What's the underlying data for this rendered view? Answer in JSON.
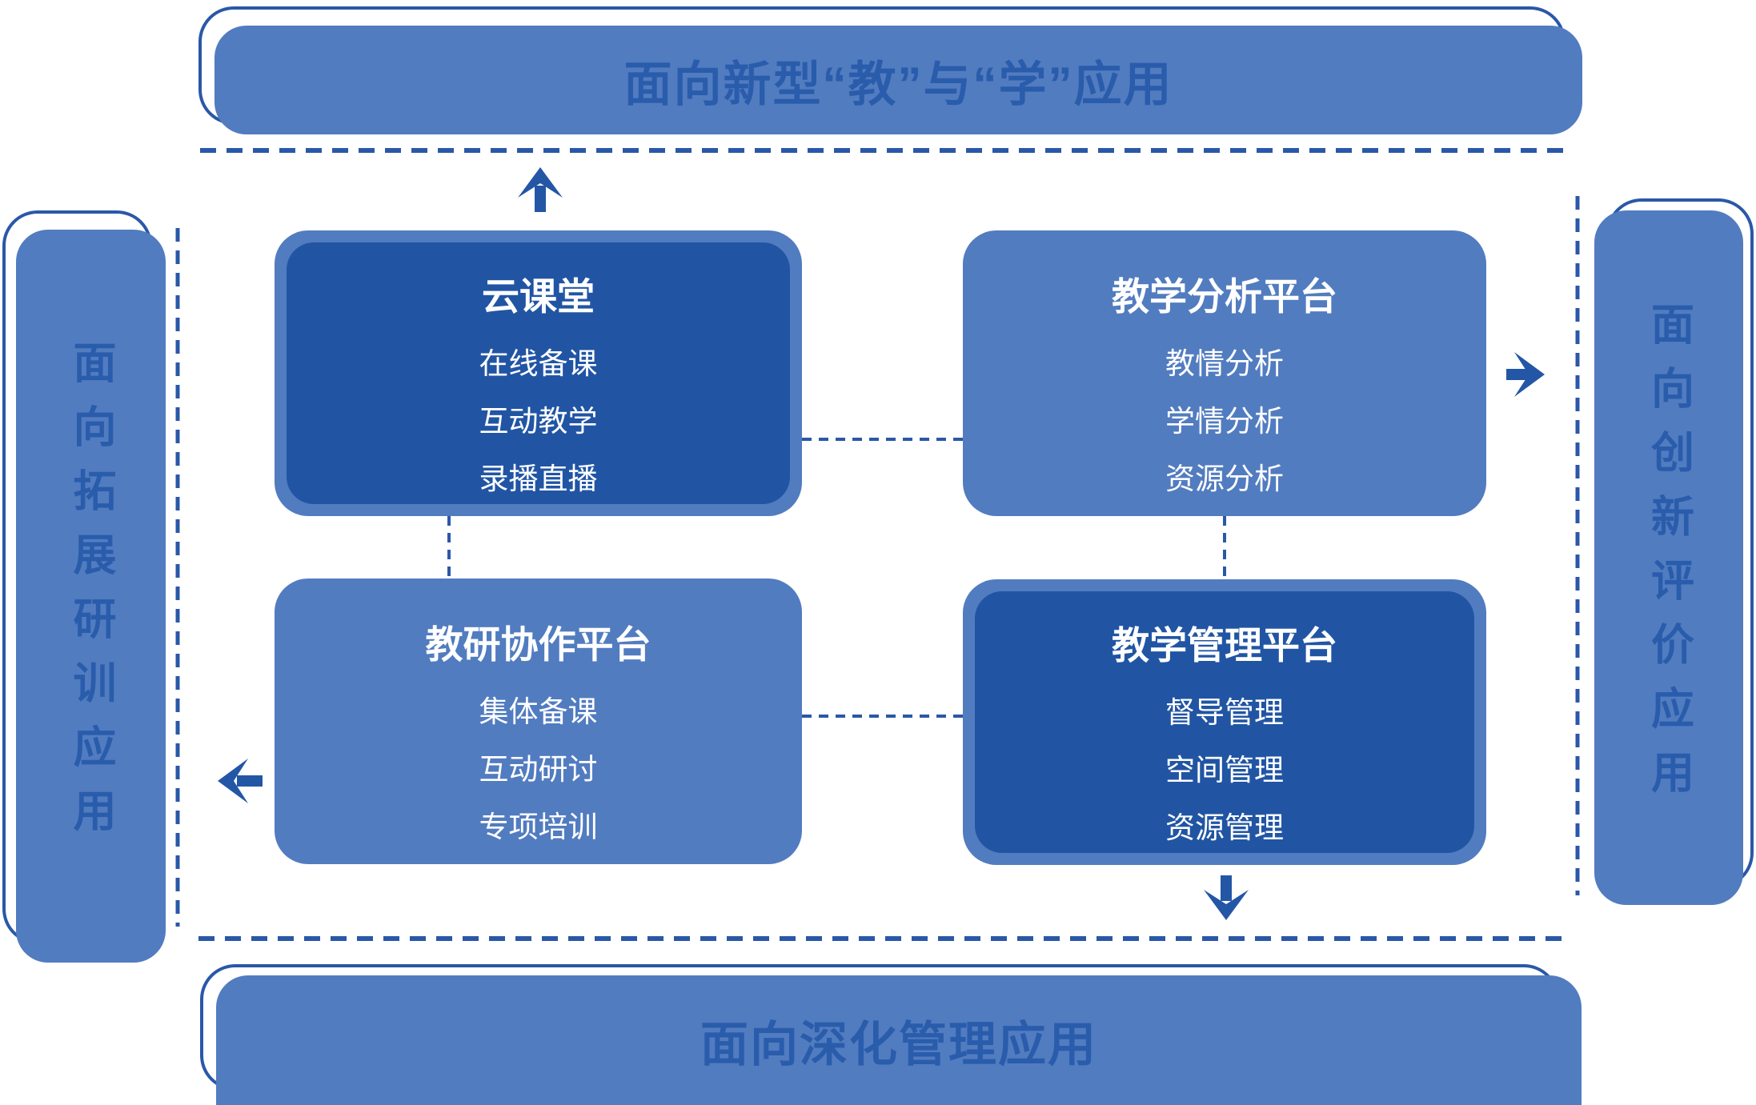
{
  "diagram": {
    "top_banner": {
      "label": "面向新型“教”与“学”应用"
    },
    "bottom_banner": {
      "label": "面向深化管理应用"
    },
    "left_banner": {
      "label": "面向拓展研训应用"
    },
    "right_banner": {
      "label": "面向创新评价应用"
    },
    "boxes": [
      {
        "title": "云课堂",
        "variant": "dark",
        "items": [
          "在线备课",
          "互动教学",
          "录播直播"
        ]
      },
      {
        "title": "教学分析平台",
        "variant": "light",
        "items": [
          "教情分析",
          "学情分析",
          "资源分析"
        ]
      },
      {
        "title": "教研协作平台",
        "variant": "light",
        "items": [
          "集体备课",
          "互动研讨",
          "专项培训"
        ]
      },
      {
        "title": "教学管理平台",
        "variant": "dark",
        "items": [
          "督导管理",
          "空间管理",
          "资源管理"
        ]
      }
    ],
    "icons": {
      "up": "up-arrow-icon",
      "right": "right-arrow-icon",
      "left": "left-arrow-icon",
      "down": "down-arrow-icon"
    },
    "colors": {
      "light_blue": "#527CC0",
      "dark_blue": "#2155A4",
      "stroke_blue": "#2A58A8",
      "banner_text": "#2A5CAC",
      "box_text": "#FFFFFF"
    }
  }
}
